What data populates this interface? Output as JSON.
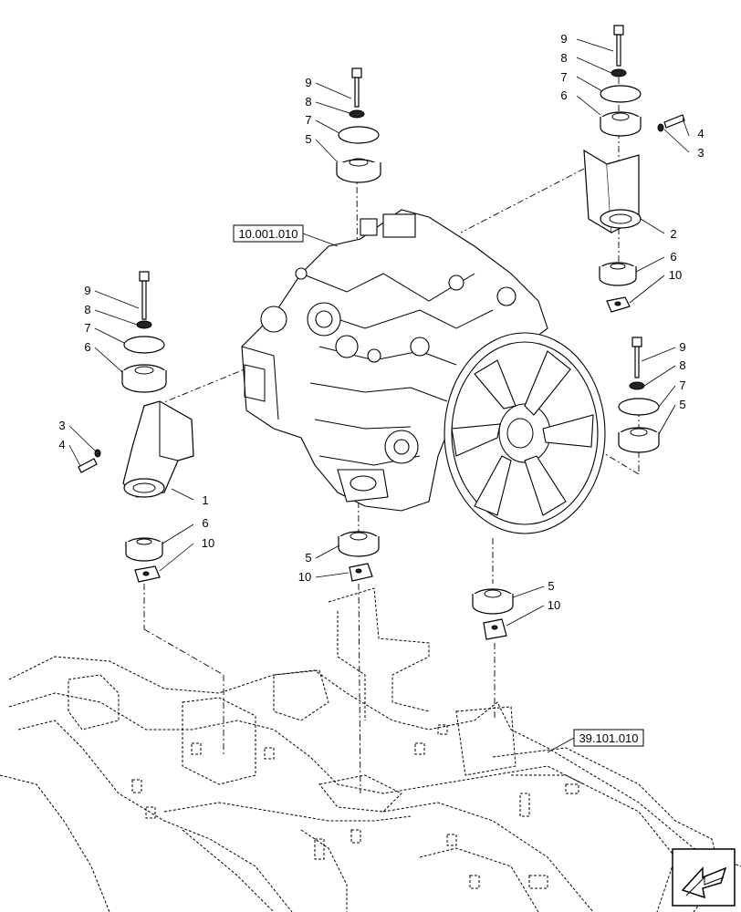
{
  "references": {
    "engine": "10.001.010",
    "frame": "39.101.010"
  },
  "callouts": {
    "top_center": [
      "9",
      "8",
      "7",
      "5"
    ],
    "top_right": [
      "9",
      "8",
      "7",
      "6",
      "4",
      "3",
      "2",
      "6",
      "10"
    ],
    "mid_right": [
      "9",
      "8",
      "7",
      "5"
    ],
    "left": [
      "9",
      "8",
      "7",
      "6",
      "3",
      "4",
      "1",
      "6",
      "10"
    ],
    "bottom_center": [
      "5",
      "10"
    ],
    "bottom_right": [
      "5",
      "10"
    ]
  },
  "icons": {
    "nav": "nav-arrow-icon"
  }
}
